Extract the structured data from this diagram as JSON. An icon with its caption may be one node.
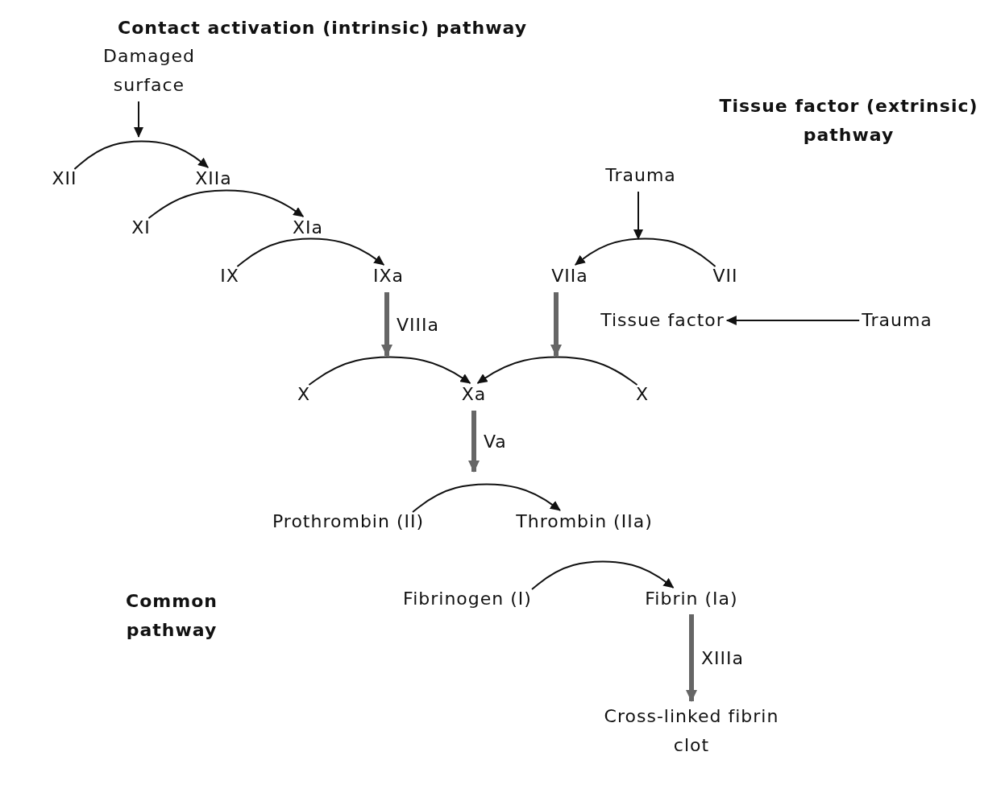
{
  "diagram": {
    "title": "Contact activation (intrinsic) pathway",
    "nodes": [
      {
        "text": [
          "Damaged surface"
        ]
      },
      {
        "text": [
          "XII"
        ]
      },
      {
        "text": [
          "XIIa"
        ]
      },
      {
        "text": [
          "XI"
        ]
      },
      {
        "text": [
          "XIa"
        ]
      },
      {
        "text": [
          "IX"
        ]
      },
      {
        "text": [
          "IXa"
        ]
      },
      {
        "text": [
          "VIIa"
        ]
      },
      {
        "text": [
          "VII"
        ]
      },
      {
        "text": [
          "Trauma"
        ]
      },
      {
        "text": [
          "Tissue factor"
        ]
      },
      {
        "text": [
          "Trauma"
        ]
      },
      {
        "text": [
          "X"
        ]
      },
      {
        "text": [
          "Xa"
        ]
      },
      {
        "text": [
          "X"
        ]
      },
      {
        "text": [
          "Prothrombin (II)"
        ]
      },
      {
        "text": [
          "Thrombin (IIa)"
        ]
      },
      {
        "text": [
          "Fibrinogen (I)"
        ]
      },
      {
        "text": [
          "Fibrin (Ia)"
        ]
      },
      {
        "text": [
          "Cross-linked fibrin clot"
        ]
      }
    ],
    "edges": [
      {
        "from": 0,
        "to": null,
        "arrow": "to"
      },
      {
        "from": 1,
        "to": 2,
        "arrow": "to"
      },
      {
        "from": 3,
        "to": 4,
        "arrow": "to"
      },
      {
        "from": 5,
        "to": 6,
        "arrow": "to"
      },
      {
        "from": 9,
        "to": null,
        "arrow": "to"
      },
      {
        "from": 8,
        "to": 7,
        "arrow": "to"
      },
      {
        "from": 11,
        "to": 10,
        "arrow": "to"
      },
      {
        "from": 6,
        "to": null,
        "arrow": "to",
        "style": "thick",
        "label": "VIIIa"
      },
      {
        "from": 7,
        "to": null,
        "arrow": "to",
        "style": "thick"
      },
      {
        "from": 12,
        "to": 13,
        "arrow": "to"
      },
      {
        "from": 14,
        "to": 13,
        "arrow": "to"
      },
      {
        "from": 13,
        "to": null,
        "arrow": "to",
        "style": "thick",
        "label": "Va"
      },
      {
        "from": 15,
        "to": 16,
        "arrow": "to"
      },
      {
        "from": 17,
        "to": 18,
        "arrow": "to"
      },
      {
        "from": 18,
        "to": 19,
        "arrow": "to",
        "style": "thick",
        "label": "XIIIa"
      }
    ],
    "labels": [
      "Tissue factor (extrinsic) pathway",
      "Common pathway"
    ]
  }
}
